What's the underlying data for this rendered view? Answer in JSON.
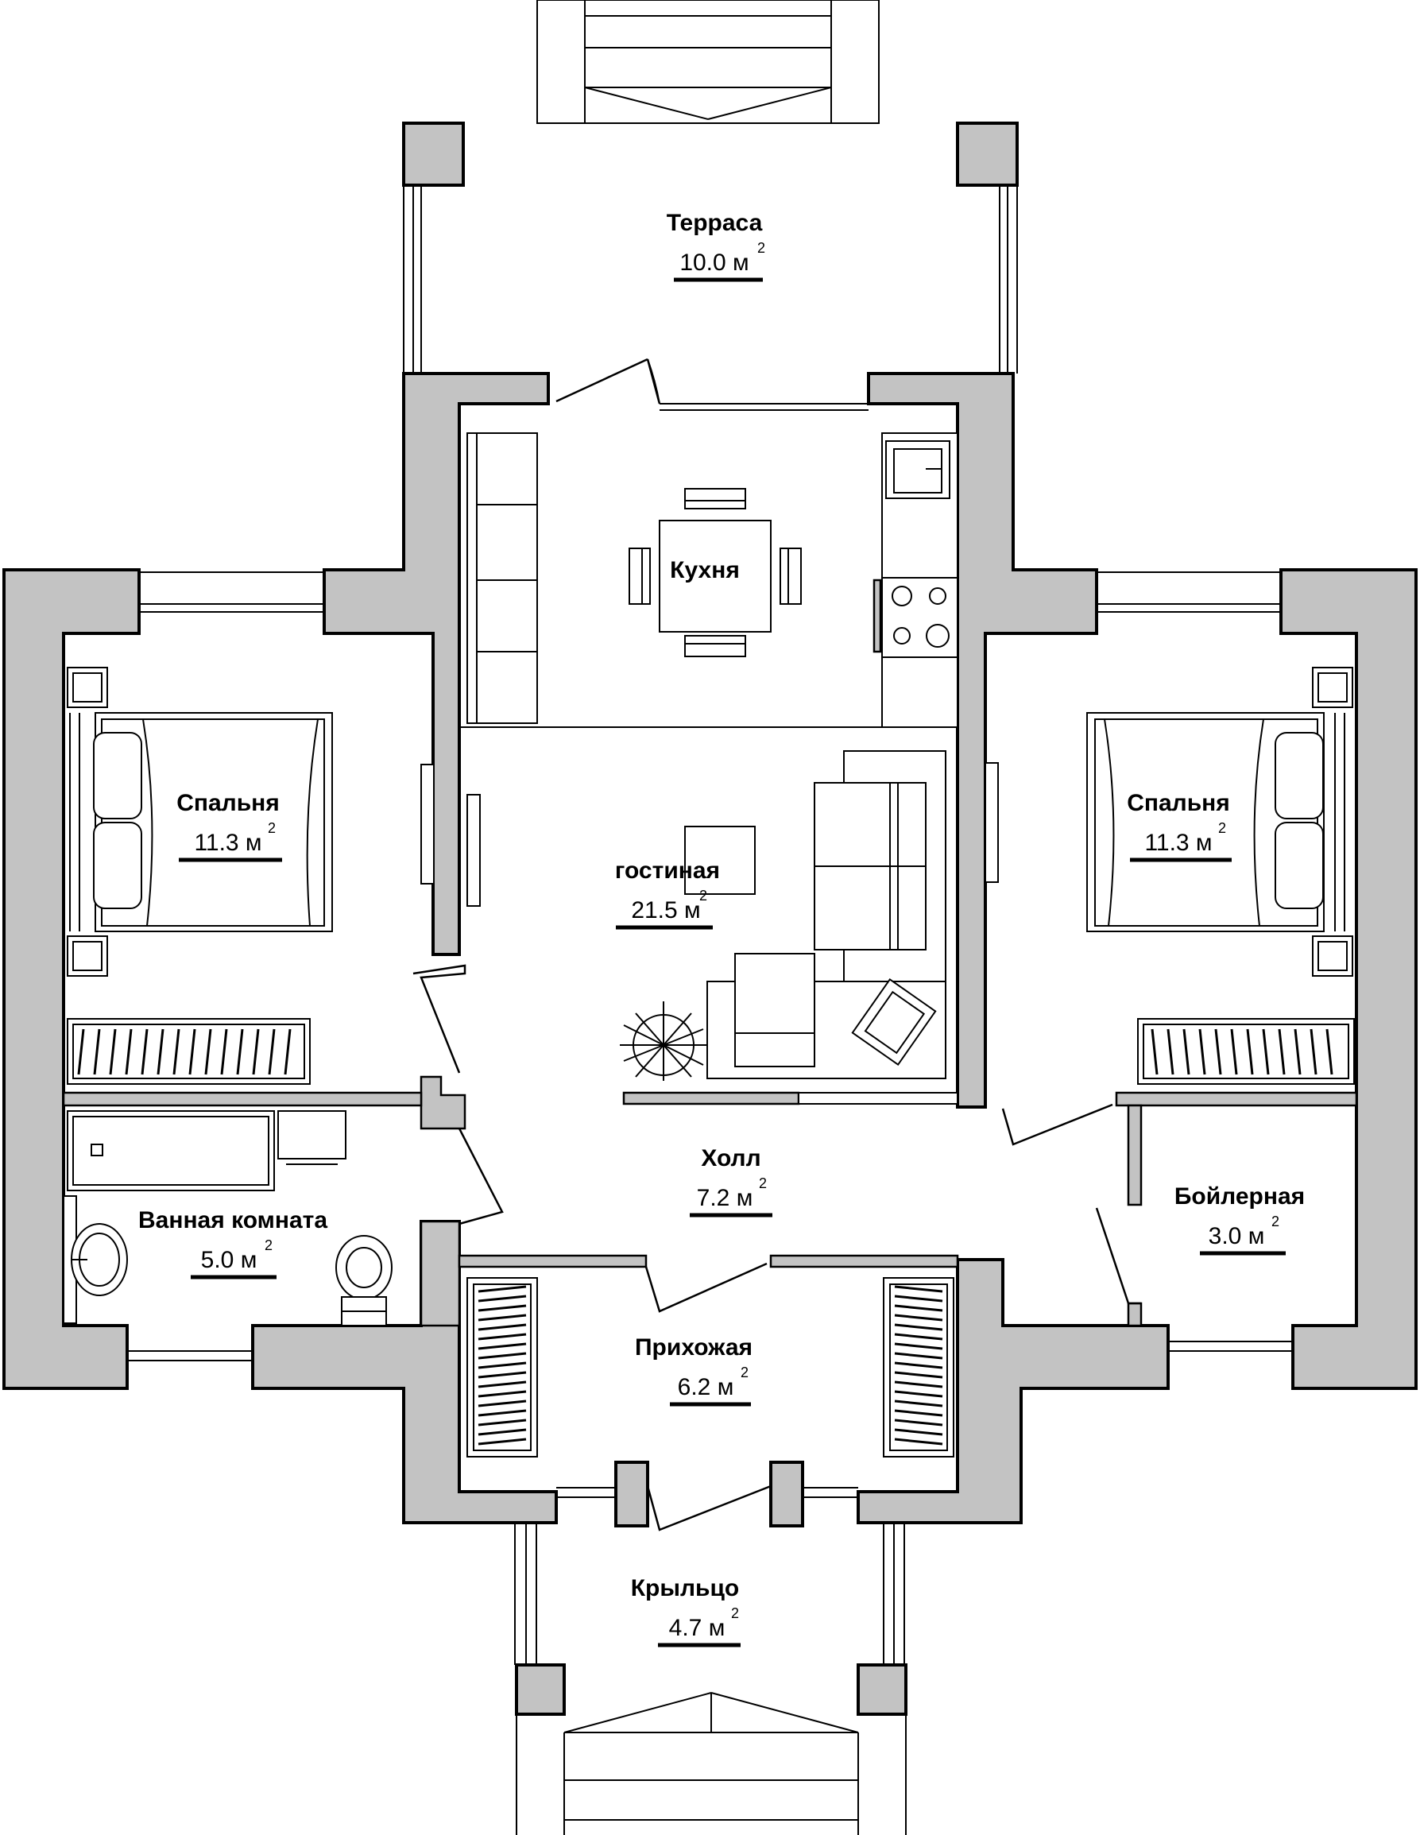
{
  "plan": {
    "rooms": [
      {
        "id": "terrace",
        "name": "Терраса",
        "area": "10.0 м",
        "sup": "2"
      },
      {
        "id": "kitchen",
        "name": "Кухня",
        "area": "",
        "sup": ""
      },
      {
        "id": "bedroom-left",
        "name": "Спальня",
        "area": "11.3 м",
        "sup": "2"
      },
      {
        "id": "bedroom-right",
        "name": "Спальня",
        "area": "11.3 м",
        "sup": "2"
      },
      {
        "id": "living",
        "name": "гостиная",
        "area": "21.5 м",
        "sup": "2"
      },
      {
        "id": "hall",
        "name": "Холл",
        "area": "7.2 м",
        "sup": "2"
      },
      {
        "id": "boiler",
        "name": "Бойлерная",
        "area": "3.0 м",
        "sup": "2"
      },
      {
        "id": "bathroom",
        "name": "Ванная комната",
        "area": "5.0 м",
        "sup": "2"
      },
      {
        "id": "entry",
        "name": "Прихожая",
        "area": "6.2 м",
        "sup": "2"
      },
      {
        "id": "porch",
        "name": "Крыльцо",
        "area": "4.7 м",
        "sup": "2"
      }
    ]
  }
}
